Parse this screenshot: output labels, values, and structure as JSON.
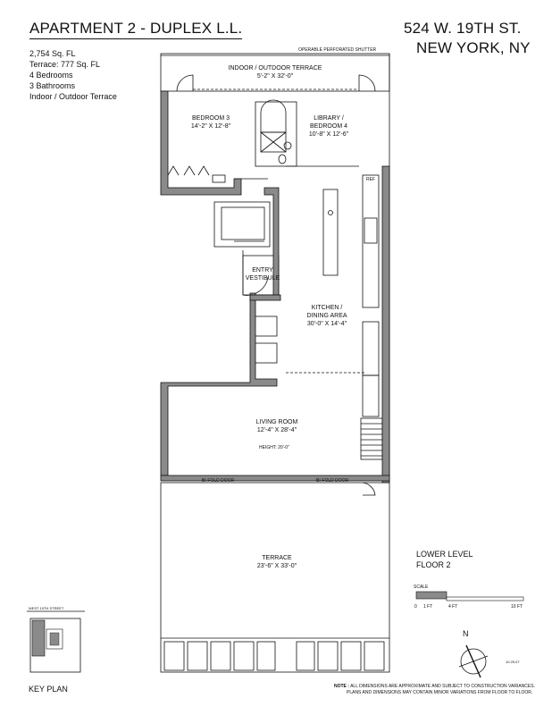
{
  "header": {
    "title": "APARTMENT 2 - DUPLEX L.L.",
    "address_line1": "524 W. 19TH ST.",
    "address_line2": "NEW YORK, NY"
  },
  "specs": [
    "2,754 Sq. FL",
    "Terrace: 777 Sq. FL",
    "4 Bedrooms",
    "3 Bathrooms",
    "Indoor / Outdoor Terrace"
  ],
  "labels": {
    "shutter": "OPERABLE PERFORATED SHUTTER",
    "terrace_top_name": "INDOOR / OUTDOOR TERRACE",
    "terrace_top_dim": "5'-2\" X 32'-0\"",
    "bedroom3_name": "BEDROOM 3",
    "bedroom3_dim": "14'-2\" X 12'-8\"",
    "library_name1": "LIBRARY /",
    "library_name2": "BEDROOM 4",
    "library_dim": "10'-8\" X 12'-6\"",
    "ref": "REF",
    "entry1": "ENTRY",
    "entry2": "VESTIBULE",
    "kitchen1": "KITCHEN /",
    "kitchen2": "DINING AREA",
    "kitchen_dim": "30'-0\" X 14'-4\"",
    "living_name": "LIVING ROOM",
    "living_dim": "12'-4\" X 28'-4\"",
    "height": "HEIGHT: 20'-0\"",
    "bifold_left": "BI-FOLD DOOR",
    "bifold_right": "BI-FOLD DOOR",
    "terrace_name": "TERRACE",
    "terrace_dim": "23'-6\" X 33'-0\""
  },
  "level": {
    "line1": "LOWER LEVEL",
    "line2": "FLOOR 2"
  },
  "scale": {
    "label": "SCALE",
    "ticks": [
      "0",
      "1 FT",
      "4 FT",
      "10 FT"
    ]
  },
  "compass": {
    "north": "N",
    "date": "10.25.07"
  },
  "keyplan": {
    "street": "WEST 19TH STREET",
    "label": "KEY PLAN"
  },
  "note": {
    "prefix": "NOTE :",
    "line1": "ALL DIMENSIONS ARE APPROXIMATE AND SUBJECT TO CONSTRUCTION VARIANCES.",
    "line2": "PLANS AND DIMENSIONS MAY CONTAIN MINOR VARIATIONS FROM FLOOR TO FLOOR."
  },
  "colors": {
    "wall": "#8a8a8a",
    "line": "#111111",
    "paper": "#ffffff"
  }
}
